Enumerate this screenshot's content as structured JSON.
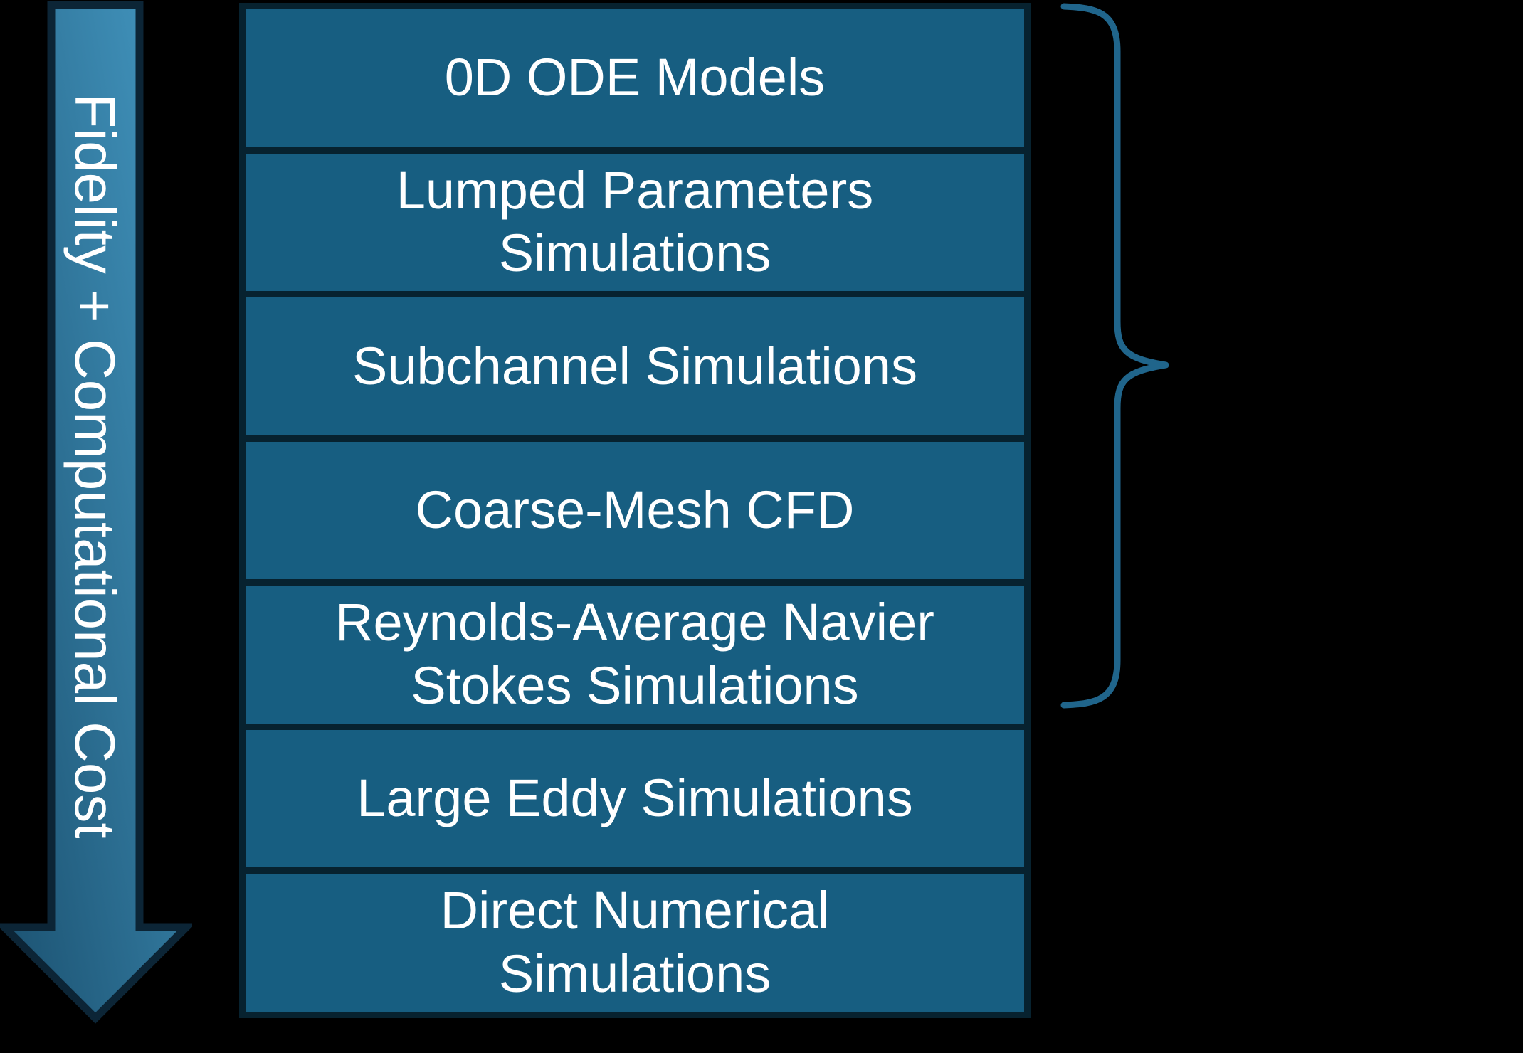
{
  "arrow": {
    "label": "Fidelity + Computational Cost"
  },
  "stack": {
    "items": [
      {
        "label": "0D ODE Models"
      },
      {
        "label": "Lumped Parameters\nSimulations"
      },
      {
        "label": "Subchannel Simulations"
      },
      {
        "label": "Coarse-Mesh CFD"
      },
      {
        "label": "Reynolds-Average Navier\nStokes Simulations"
      },
      {
        "label": "Large Eddy Simulations"
      },
      {
        "label": "Direct Numerical\nSimulations"
      }
    ]
  },
  "colors": {
    "background": "#000000",
    "box_fill": "#175E81",
    "box_border": "#07222F",
    "arrow_outline": "#0C2536",
    "arrow_gradient_start": "#1B5170",
    "arrow_gradient_end": "#4498C2",
    "brace": "#20658B",
    "label_text": "#FFFFFF"
  }
}
